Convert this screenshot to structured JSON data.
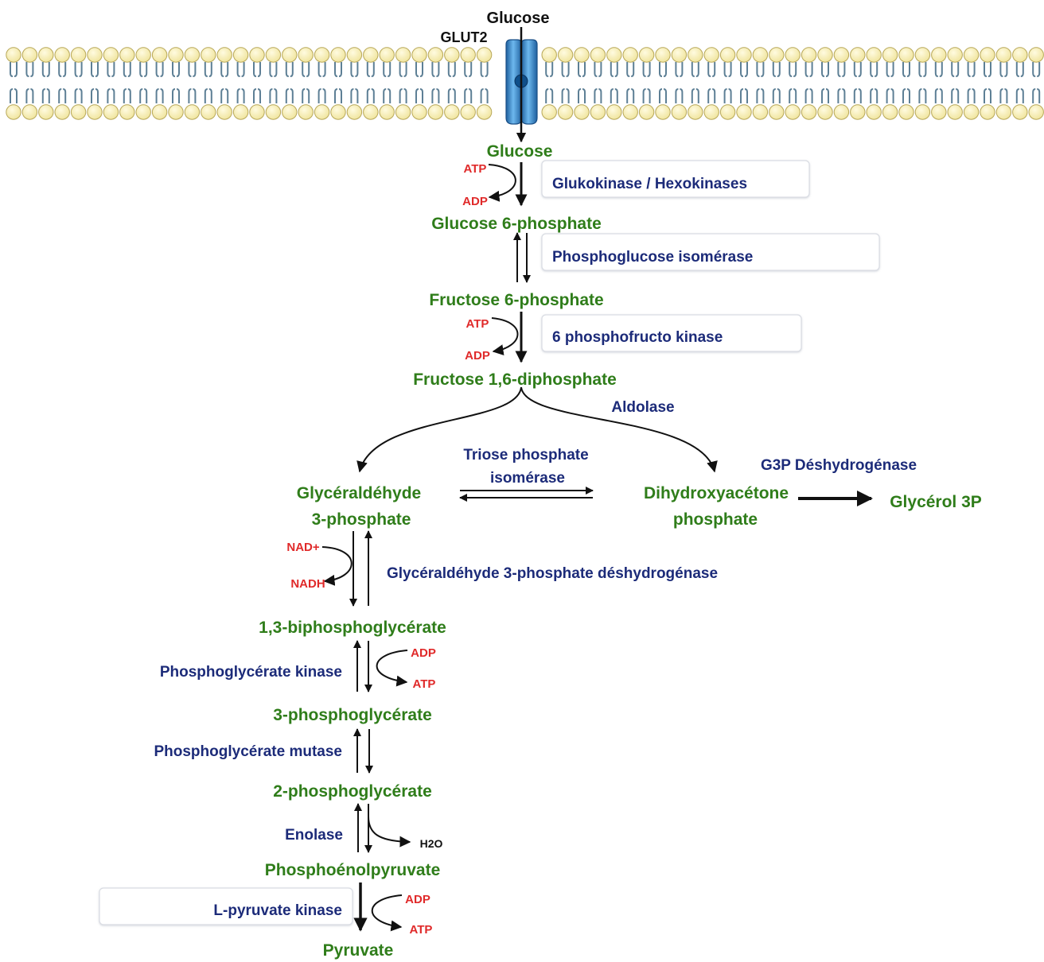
{
  "membrane": {
    "glucose_outside": "Glucose",
    "transporter": "GLUT2"
  },
  "metabolites": {
    "glucose": "Glucose",
    "g6p": "Glucose 6-phosphate",
    "f6p": "Fructose 6-phosphate",
    "f16bp": "Fructose 1,6-diphosphate",
    "gap_line1": "Glycéraldéhyde",
    "gap_line2": "3-phosphate",
    "dhap_line1": "Dihydroxyacétone",
    "dhap_line2": "phosphate",
    "glycerol3p": "Glycérol 3P",
    "bpg13": "1,3-biphosphoglycérate",
    "pg3": "3-phosphoglycérate",
    "pg2": "2-phosphoglycérate",
    "pep": "Phosphoénolpyruvate",
    "pyruvate": "Pyruvate"
  },
  "enzymes": {
    "glucokinase": "Glukokinase / Hexokinases",
    "pgi": "Phosphoglucose isomérase",
    "pfk": "6 phosphofructo kinase",
    "aldolase": "Aldolase",
    "tpi_line1": "Triose phosphate",
    "tpi_line2": "isomérase",
    "g3pdh": "G3P Déshydrogénase",
    "gapdh": "Glycéraldéhyde  3-phosphate  déshydrogénase",
    "pgk": "Phosphoglycérate kinase",
    "pgm": "Phosphoglycérate  mutase",
    "enolase": "Enolase",
    "pk": "L-pyruvate kinase"
  },
  "cofactors": {
    "hk_in": "ATP",
    "hk_out": "ADP",
    "pfk_in": "ATP",
    "pfk_out": "ADP",
    "gapdh_in": "NAD+",
    "gapdh_out": "NADH",
    "pgk_in": "ADP",
    "pgk_out": "ATP",
    "enolase_out": "H2O",
    "pk_in": "ADP",
    "pk_out": "ATP"
  },
  "colors": {
    "metabolite": "#2f7d1a",
    "enzyme": "#1c2b79",
    "cofactor": "#e02a2a",
    "membrane_head": "#fbf3bf",
    "transporter": "#3d8fd1"
  }
}
